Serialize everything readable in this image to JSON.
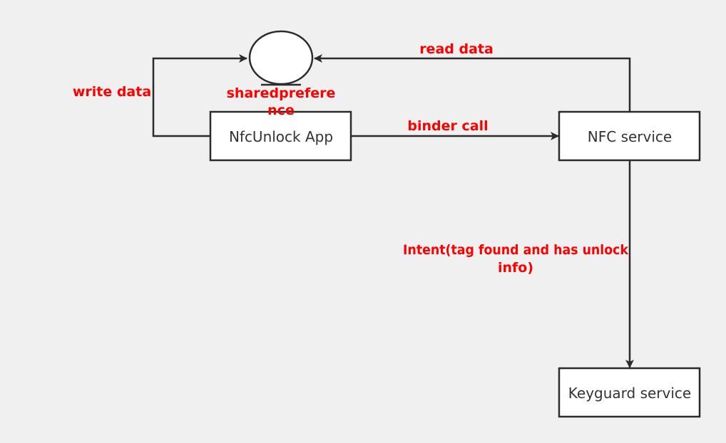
{
  "colors": {
    "background": "#f0f0f0",
    "stroke": "#2b2b2b",
    "node_fill": "#ffffff",
    "annotation": "#ff0000",
    "box_text": "#333333"
  },
  "nodes": {
    "shared_preference": {
      "label_line1": "sharedprefere",
      "label_line2": "nce",
      "shape": "storage-circle"
    },
    "nfcunlock_app": {
      "label": "NfcUnlock App"
    },
    "nfc_service": {
      "label": "NFC service"
    },
    "keyguard_service": {
      "label": "Keyguard service"
    }
  },
  "edges": {
    "write_data": {
      "label": "write data"
    },
    "read_data": {
      "label": "read data"
    },
    "binder_call": {
      "label": "binder call"
    },
    "intent": {
      "label_line1": "Intent(tag found and has unlock",
      "label_line2": "info)"
    }
  }
}
